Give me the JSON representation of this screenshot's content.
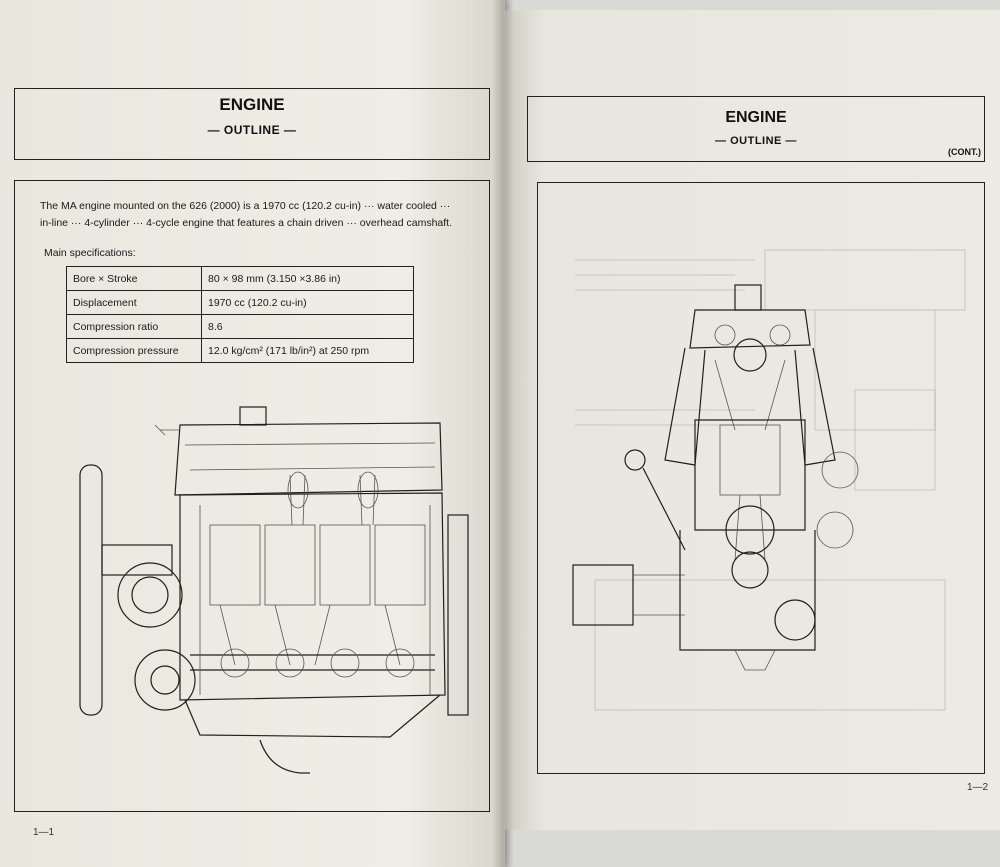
{
  "left_page": {
    "header": {
      "title": "ENGINE",
      "subtitle": "— OUTLINE —"
    },
    "intro_line1": "The MA engine mounted on the 626 (2000) is a 1970 cc (120.2 cu-in) ··· water cooled ···",
    "intro_line2": "in-line ··· 4-cylinder ··· 4-cycle engine that features a chain driven ··· overhead camshaft.",
    "specs_label": "Main specifications:",
    "specs": [
      {
        "name": "Bore × Stroke",
        "value": "80 × 98 mm (3.150 ×3.86 in)"
      },
      {
        "name": "Displacement",
        "value": "1970 cc (120.2 cu-in)"
      },
      {
        "name": "Compression ratio",
        "value": "8.6"
      },
      {
        "name": "Compression pressure",
        "value": "12.0 kg/cm² (171 lb/in²) at 250 rpm"
      }
    ],
    "page_number": "1—1"
  },
  "right_page": {
    "header": {
      "title": "ENGINE",
      "subtitle": "— OUTLINE —",
      "continued": "(CONT.)"
    },
    "page_number": "1—2"
  }
}
